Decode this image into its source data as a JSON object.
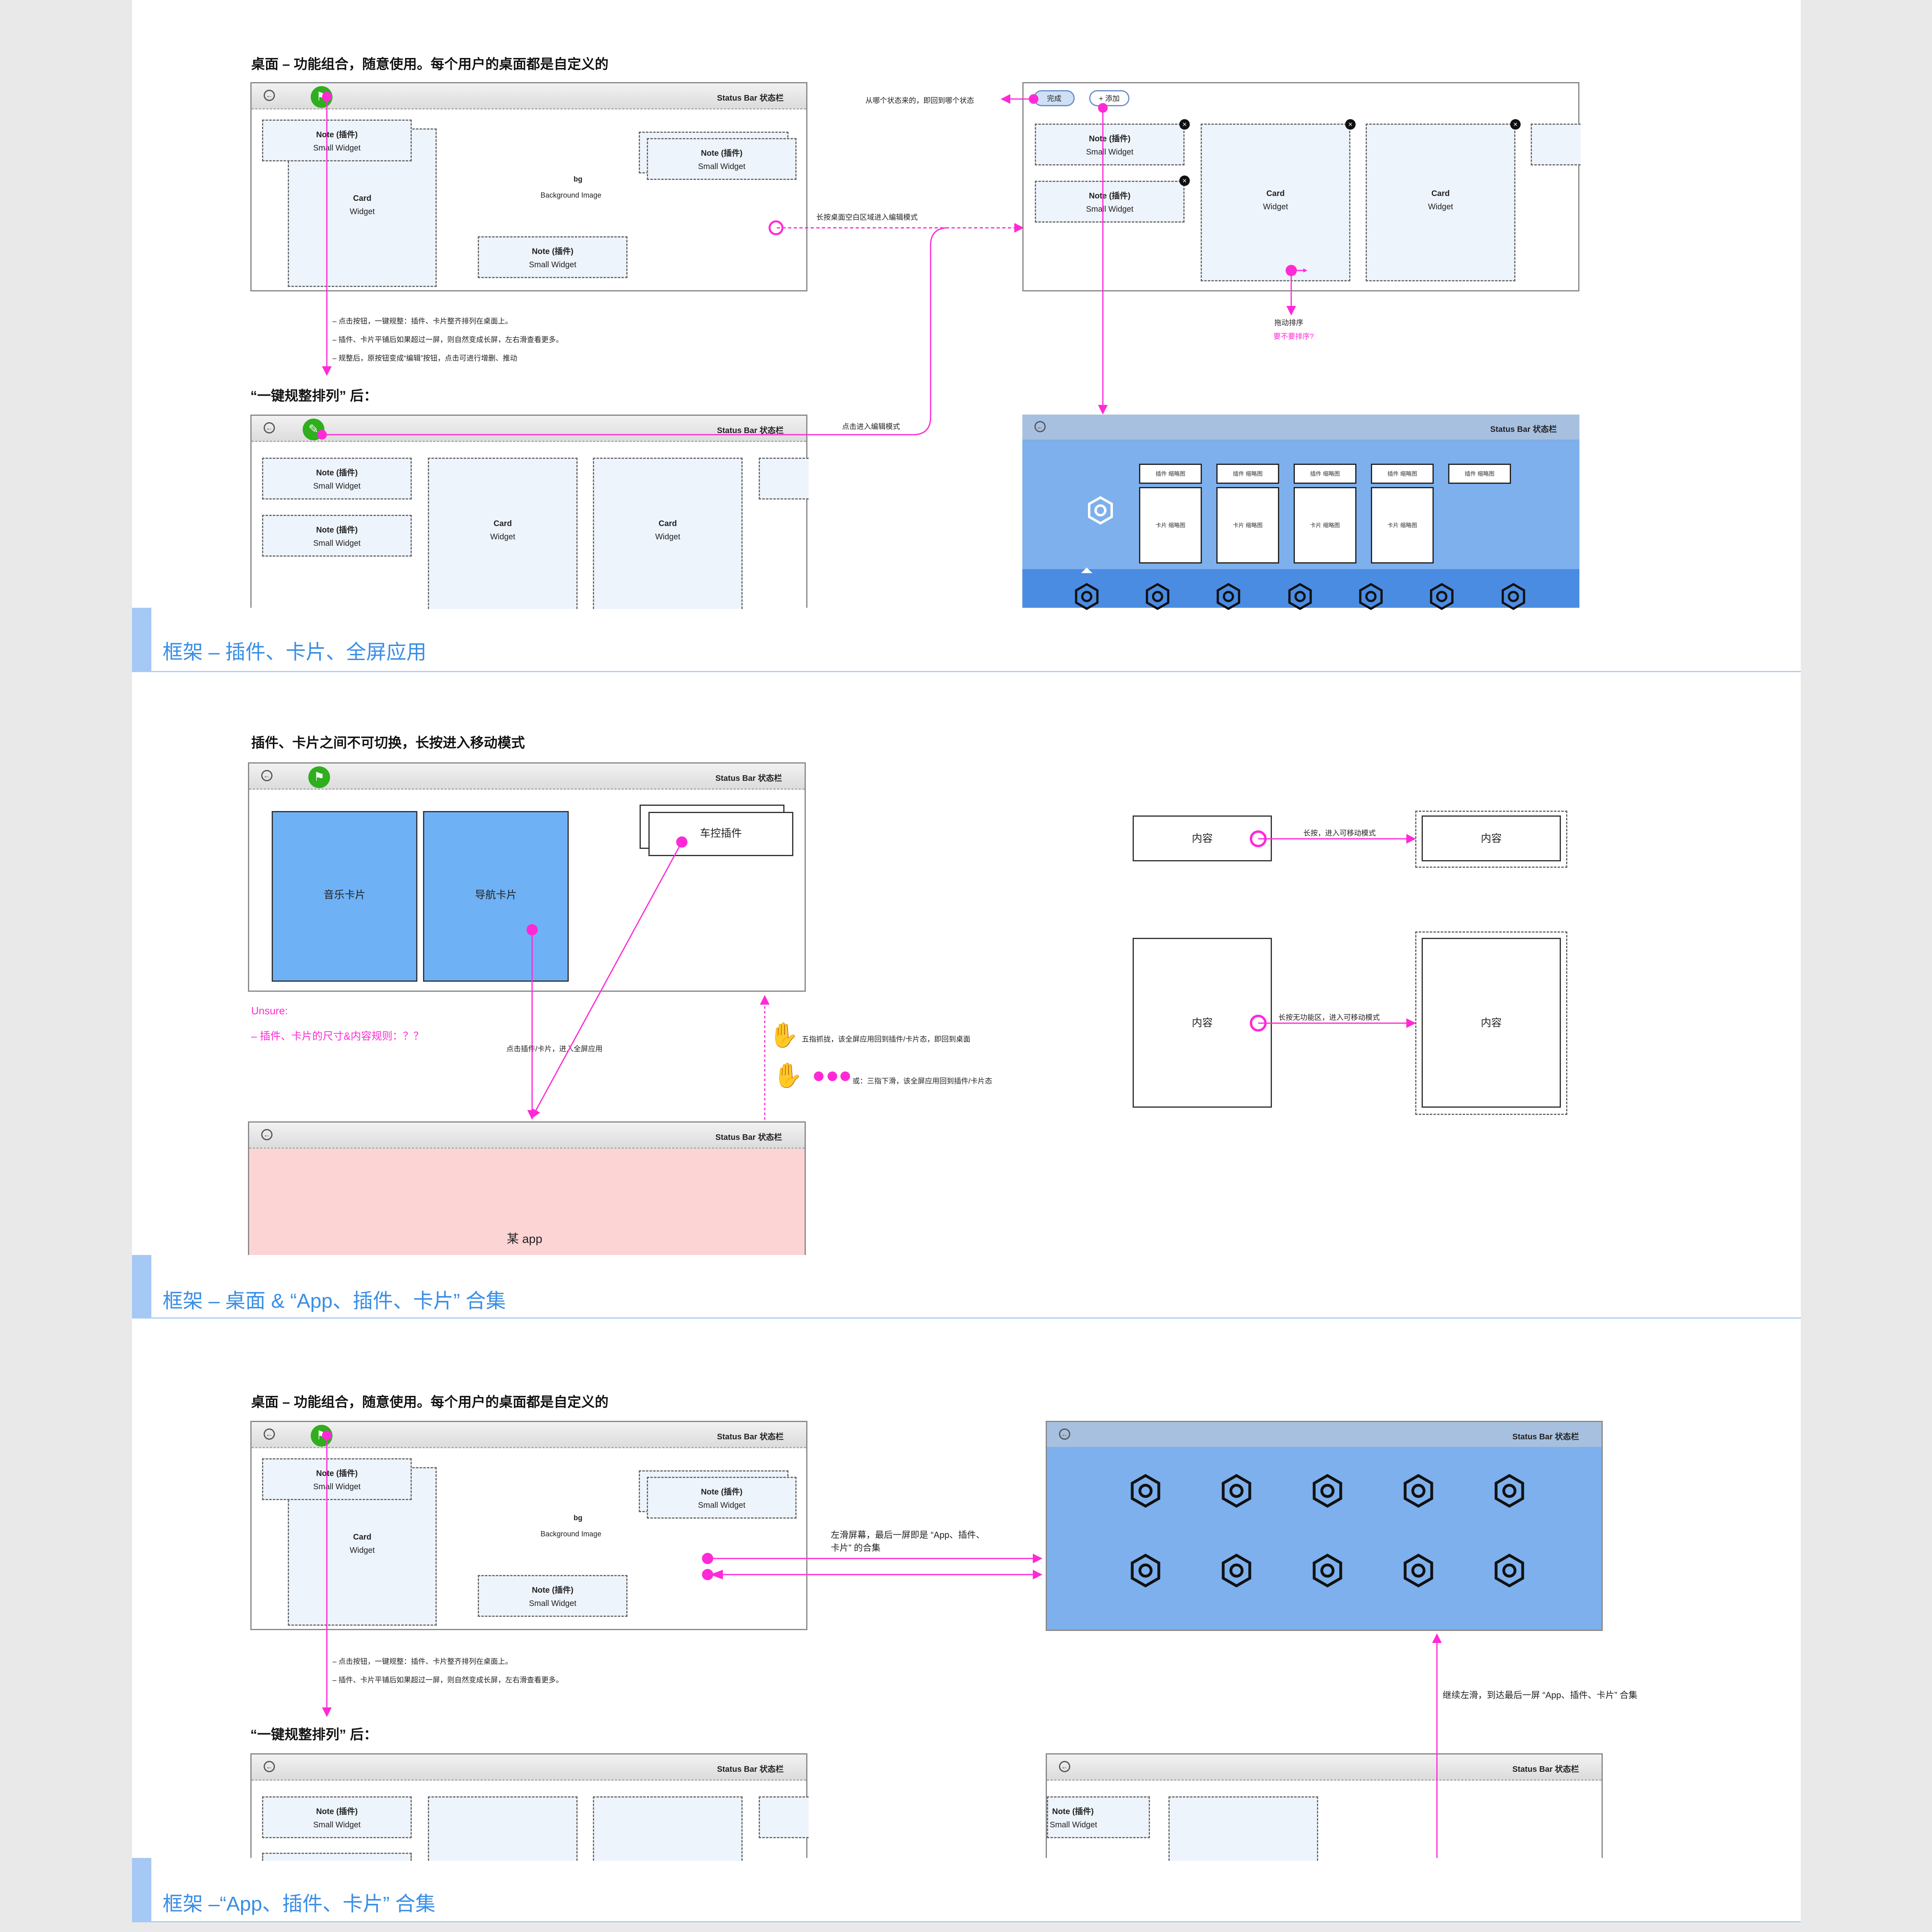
{
  "sections": {
    "s1": "框架 – 插件、卡片、全屏应用",
    "s2": "框架 – 桌面 & “App、插件、卡片” 合集",
    "s3": "框架 –“App、插件、卡片” 合集"
  },
  "status_bar": "Status Bar 状态栏",
  "widgets": {
    "note": "Note (插件)",
    "small": "Small Widget",
    "card": "Card",
    "widget": "Widget",
    "bg": "bg",
    "bg_image": "Background Image"
  },
  "top": {
    "heading": "桌面 – 功能组合，随意使用。每个用户的桌面都是自定义的",
    "heading2": "“一键规整排列” 后：",
    "notes": [
      "– 点击按钮，一键规整：插件、卡片整齐排列在桌面上。",
      "– 插件、卡片平铺后如果超过一屏，则自然变成长屏，左右滑查看更多。",
      "– 规整后，原按钮变成“编辑”按钮，点击可进行增删、推动"
    ],
    "longpress": "长按桌面空白区域进入编辑模式",
    "click_edit": "点击进入编辑模式",
    "from_state": "从哪个状态来的，即回到哪个状态",
    "done": "完成",
    "add": "+ 添加",
    "drag_sort": "拖动排序",
    "need_sort": "要不要排序?",
    "mini_plugin": "插件 缩略图",
    "mini_card": "卡片 缩略图"
  },
  "mid": {
    "heading": "插件、卡片之间不可切换，长按进入移动模式",
    "music": "音乐卡片",
    "nav": "导航卡片",
    "car": "车控插件",
    "unsure": "Unsure:",
    "unsure_item": "– 插件、卡片的尺寸&内容规则：？？",
    "click_full": "点击插件/卡片，进入全屏应用",
    "five_finger": "五指抓拢，该全屏应用回到插件/卡片态，即回到桌面",
    "three_finger": "或：三指下滑，该全屏应用回到插件/卡片态",
    "app": "某 app",
    "content": "内容",
    "longpress_move": "长按，进入可移动模式",
    "longpress_nofunc": "长按无功能区，进入可移动模式"
  },
  "bottom": {
    "heading": "桌面 – 功能组合，随意使用。每个用户的桌面都是自定义的",
    "heading2": "“一键规整排列” 后：",
    "notes": [
      "– 点击按钮，一键规整：插件、卡片整齐排列在桌面上。",
      "– 插件、卡片平铺后如果超过一屏，则自然变成长屏，左右滑查看更多。"
    ],
    "swipe_left_1": "左滑屏幕，最后一屏即是 “App、插件、",
    "swipe_left_2": "卡片” 的合集",
    "continue_left": "继续左滑，到达最后一屏 “App、插件、卡片” 合集"
  },
  "colors": {
    "accent": "#3a8ee6",
    "magenta": "#ff2ad6",
    "widget_bg": "#eef4fc",
    "blue_card": "#6fb1f5",
    "app_pink": "#fdd4d4",
    "green": "#2fae1e"
  }
}
